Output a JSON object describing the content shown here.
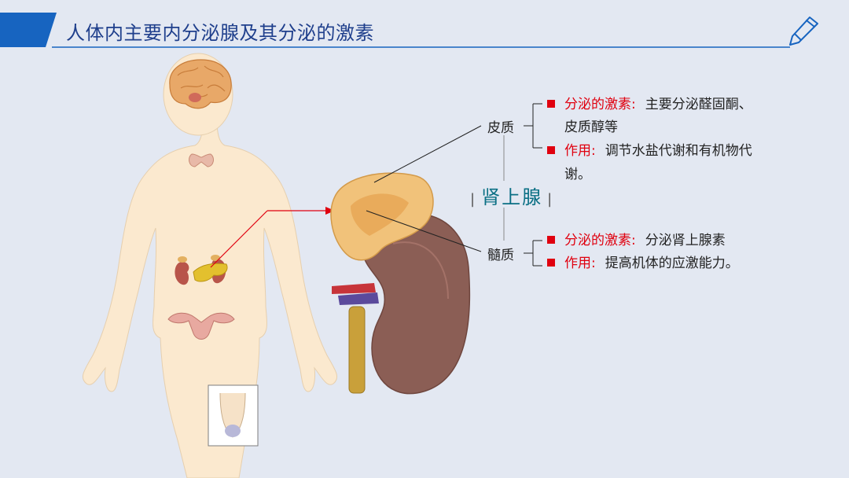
{
  "title": "人体内主要内分泌腺及其分泌的激素",
  "gland": {
    "name": "肾上腺",
    "left_bar": "|",
    "right_bar": "|"
  },
  "cortex": {
    "label": "皮质",
    "secretion_key": "分泌的激素",
    "colon": ":",
    "secretion_value_1": "主要分泌醛固酮、",
    "secretion_value_2": "皮质醇等",
    "function_key": "作用",
    "function_value_1": "调节水盐代谢和有机物代",
    "function_value_2": "谢。"
  },
  "medulla": {
    "label": "髓质",
    "secretion_key": "分泌的激素",
    "colon": ":",
    "secretion_value": "分泌肾上腺素",
    "function_key": "作用",
    "function_value": "提高机体的应激能力。"
  },
  "colors": {
    "accent": "#1764c0",
    "key_red": "#e0000f",
    "gland_teal": "#0a6f84",
    "title_blue": "#1f3f8c"
  },
  "icons": [
    "pen-icon"
  ]
}
